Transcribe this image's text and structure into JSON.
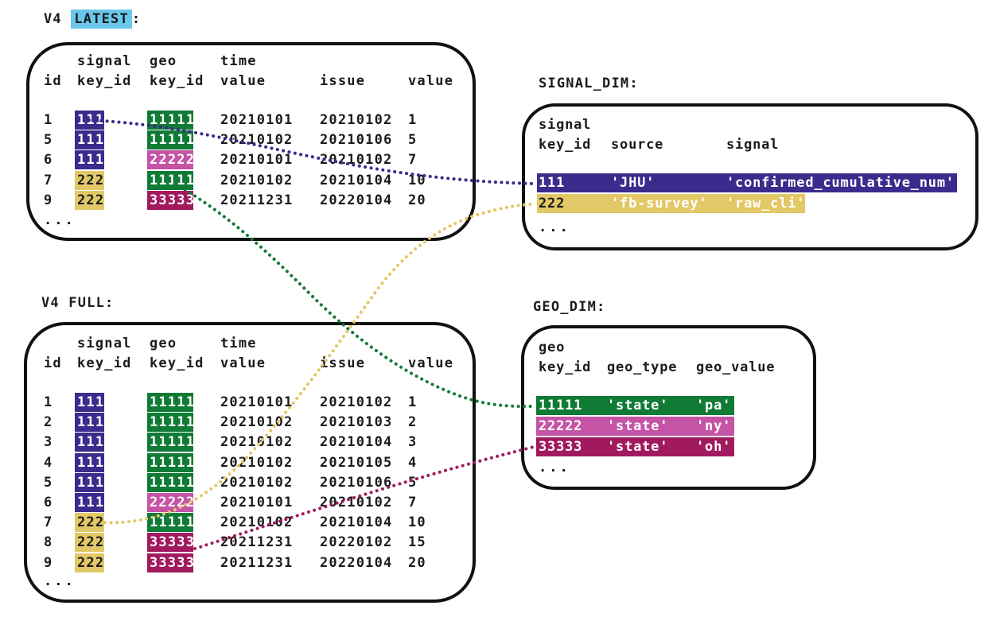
{
  "colors": {
    "purple": "#3b2b8c",
    "green": "#0f7b35",
    "pink": "#c553a6",
    "maroon": "#a11a5e",
    "yellow": "#e2c866",
    "highlight_cyan": "#68c7ea",
    "ink": "#1b1b1b",
    "white": "#ffffff"
  },
  "fact_header": {
    "line1": {
      "signal": "signal",
      "geo": "geo",
      "time": "time"
    },
    "line2": {
      "id": "id",
      "signal_key_id": "key_id",
      "geo_key_id": "key_id",
      "time_value": "value",
      "issue": "issue",
      "value": "value"
    }
  },
  "v4_latest": {
    "title_pre": "V4 ",
    "title_hl": "LATEST",
    "title_post": ":",
    "rows": [
      {
        "id": "1",
        "signal_key_id": "111",
        "signal_color": "purple",
        "geo_key_id": "11111",
        "geo_color": "green",
        "time_value": "20210101",
        "issue": "20210102",
        "value": "1"
      },
      {
        "id": "5",
        "signal_key_id": "111",
        "signal_color": "purple",
        "geo_key_id": "11111",
        "geo_color": "green",
        "time_value": "20210102",
        "issue": "20210106",
        "value": "5"
      },
      {
        "id": "6",
        "signal_key_id": "111",
        "signal_color": "purple",
        "geo_key_id": "22222",
        "geo_color": "pink",
        "time_value": "20210101",
        "issue": "20210102",
        "value": "7"
      },
      {
        "id": "7",
        "signal_key_id": "222",
        "signal_color": "yellow",
        "geo_key_id": "11111",
        "geo_color": "green",
        "time_value": "20210102",
        "issue": "20210104",
        "value": "10"
      },
      {
        "id": "9",
        "signal_key_id": "222",
        "signal_color": "yellow",
        "geo_key_id": "33333",
        "geo_color": "maroon",
        "time_value": "20211231",
        "issue": "20220104",
        "value": "20"
      }
    ],
    "ellipsis": "..."
  },
  "v4_full": {
    "title_pre": "V4 FULL:",
    "title_hl": "",
    "title_post": "",
    "rows": [
      {
        "id": "1",
        "signal_key_id": "111",
        "signal_color": "purple",
        "geo_key_id": "11111",
        "geo_color": "green",
        "time_value": "20210101",
        "issue": "20210102",
        "value": "1"
      },
      {
        "id": "2",
        "signal_key_id": "111",
        "signal_color": "purple",
        "geo_key_id": "11111",
        "geo_color": "green",
        "time_value": "20210102",
        "issue": "20210103",
        "value": "2"
      },
      {
        "id": "3",
        "signal_key_id": "111",
        "signal_color": "purple",
        "geo_key_id": "11111",
        "geo_color": "green",
        "time_value": "20210102",
        "issue": "20210104",
        "value": "3"
      },
      {
        "id": "4",
        "signal_key_id": "111",
        "signal_color": "purple",
        "geo_key_id": "11111",
        "geo_color": "green",
        "time_value": "20210102",
        "issue": "20210105",
        "value": "4"
      },
      {
        "id": "5",
        "signal_key_id": "111",
        "signal_color": "purple",
        "geo_key_id": "11111",
        "geo_color": "green",
        "time_value": "20210102",
        "issue": "20210106",
        "value": "5"
      },
      {
        "id": "6",
        "signal_key_id": "111",
        "signal_color": "purple",
        "geo_key_id": "22222",
        "geo_color": "pink",
        "time_value": "20210101",
        "issue": "20210102",
        "value": "7"
      },
      {
        "id": "7",
        "signal_key_id": "222",
        "signal_color": "yellow",
        "geo_key_id": "11111",
        "geo_color": "green",
        "time_value": "20210102",
        "issue": "20210104",
        "value": "10"
      },
      {
        "id": "8",
        "signal_key_id": "222",
        "signal_color": "yellow",
        "geo_key_id": "33333",
        "geo_color": "maroon",
        "time_value": "20211231",
        "issue": "20220102",
        "value": "15"
      },
      {
        "id": "9",
        "signal_key_id": "222",
        "signal_color": "yellow",
        "geo_key_id": "33333",
        "geo_color": "maroon",
        "time_value": "20211231",
        "issue": "20220104",
        "value": "20"
      }
    ],
    "ellipsis": "..."
  },
  "signal_dim": {
    "title_pre": "SIGNAL_DIM:",
    "title_hl": "",
    "title_post": "",
    "header_line1": "signal",
    "header_line2": {
      "key_id": "key_id",
      "source": "source",
      "signal": "signal"
    },
    "rows": [
      {
        "key_id": "111",
        "source": "'JHU'",
        "signal": "'confirmed_cumulative_num'",
        "color": "purple",
        "key_text": "light"
      },
      {
        "key_id": "222",
        "source": "'fb-survey'",
        "signal": "'raw_cli'",
        "color": "yellow",
        "key_text": "dark"
      }
    ],
    "ellipsis": "..."
  },
  "geo_dim": {
    "title_pre": "GEO_DIM:",
    "title_hl": "",
    "title_post": "",
    "header_line1": "geo",
    "header_line2": {
      "key_id": "key_id",
      "geo_type": "geo_type",
      "geo_value": "geo_value"
    },
    "rows": [
      {
        "key_id": "11111",
        "geo_type": "'state'",
        "geo_value": "'pa'",
        "color": "green"
      },
      {
        "key_id": "22222",
        "geo_type": "'state'",
        "geo_value": "'ny'",
        "color": "pink"
      },
      {
        "key_id": "33333",
        "geo_type": "'state'",
        "geo_value": "'oh'",
        "color": "maroon"
      }
    ],
    "ellipsis": "..."
  },
  "connections": [
    {
      "name": "signal-key-111",
      "color": "purple",
      "from": "v4_latest row id=1 signal key_id 111",
      "to": "signal_dim row 111"
    },
    {
      "name": "geo-key-11111",
      "color": "green",
      "from": "v4_latest row id=7 geo key_id 11111",
      "to": "geo_dim row 11111"
    },
    {
      "name": "signal-key-222",
      "color": "yellow",
      "from": "v4_full row id=7 signal key_id 222",
      "to": "signal_dim row 222"
    },
    {
      "name": "geo-key-33333",
      "color": "maroon",
      "from": "v4_full row id=8 geo key_id 33333",
      "to": "geo_dim row 33333"
    }
  ]
}
